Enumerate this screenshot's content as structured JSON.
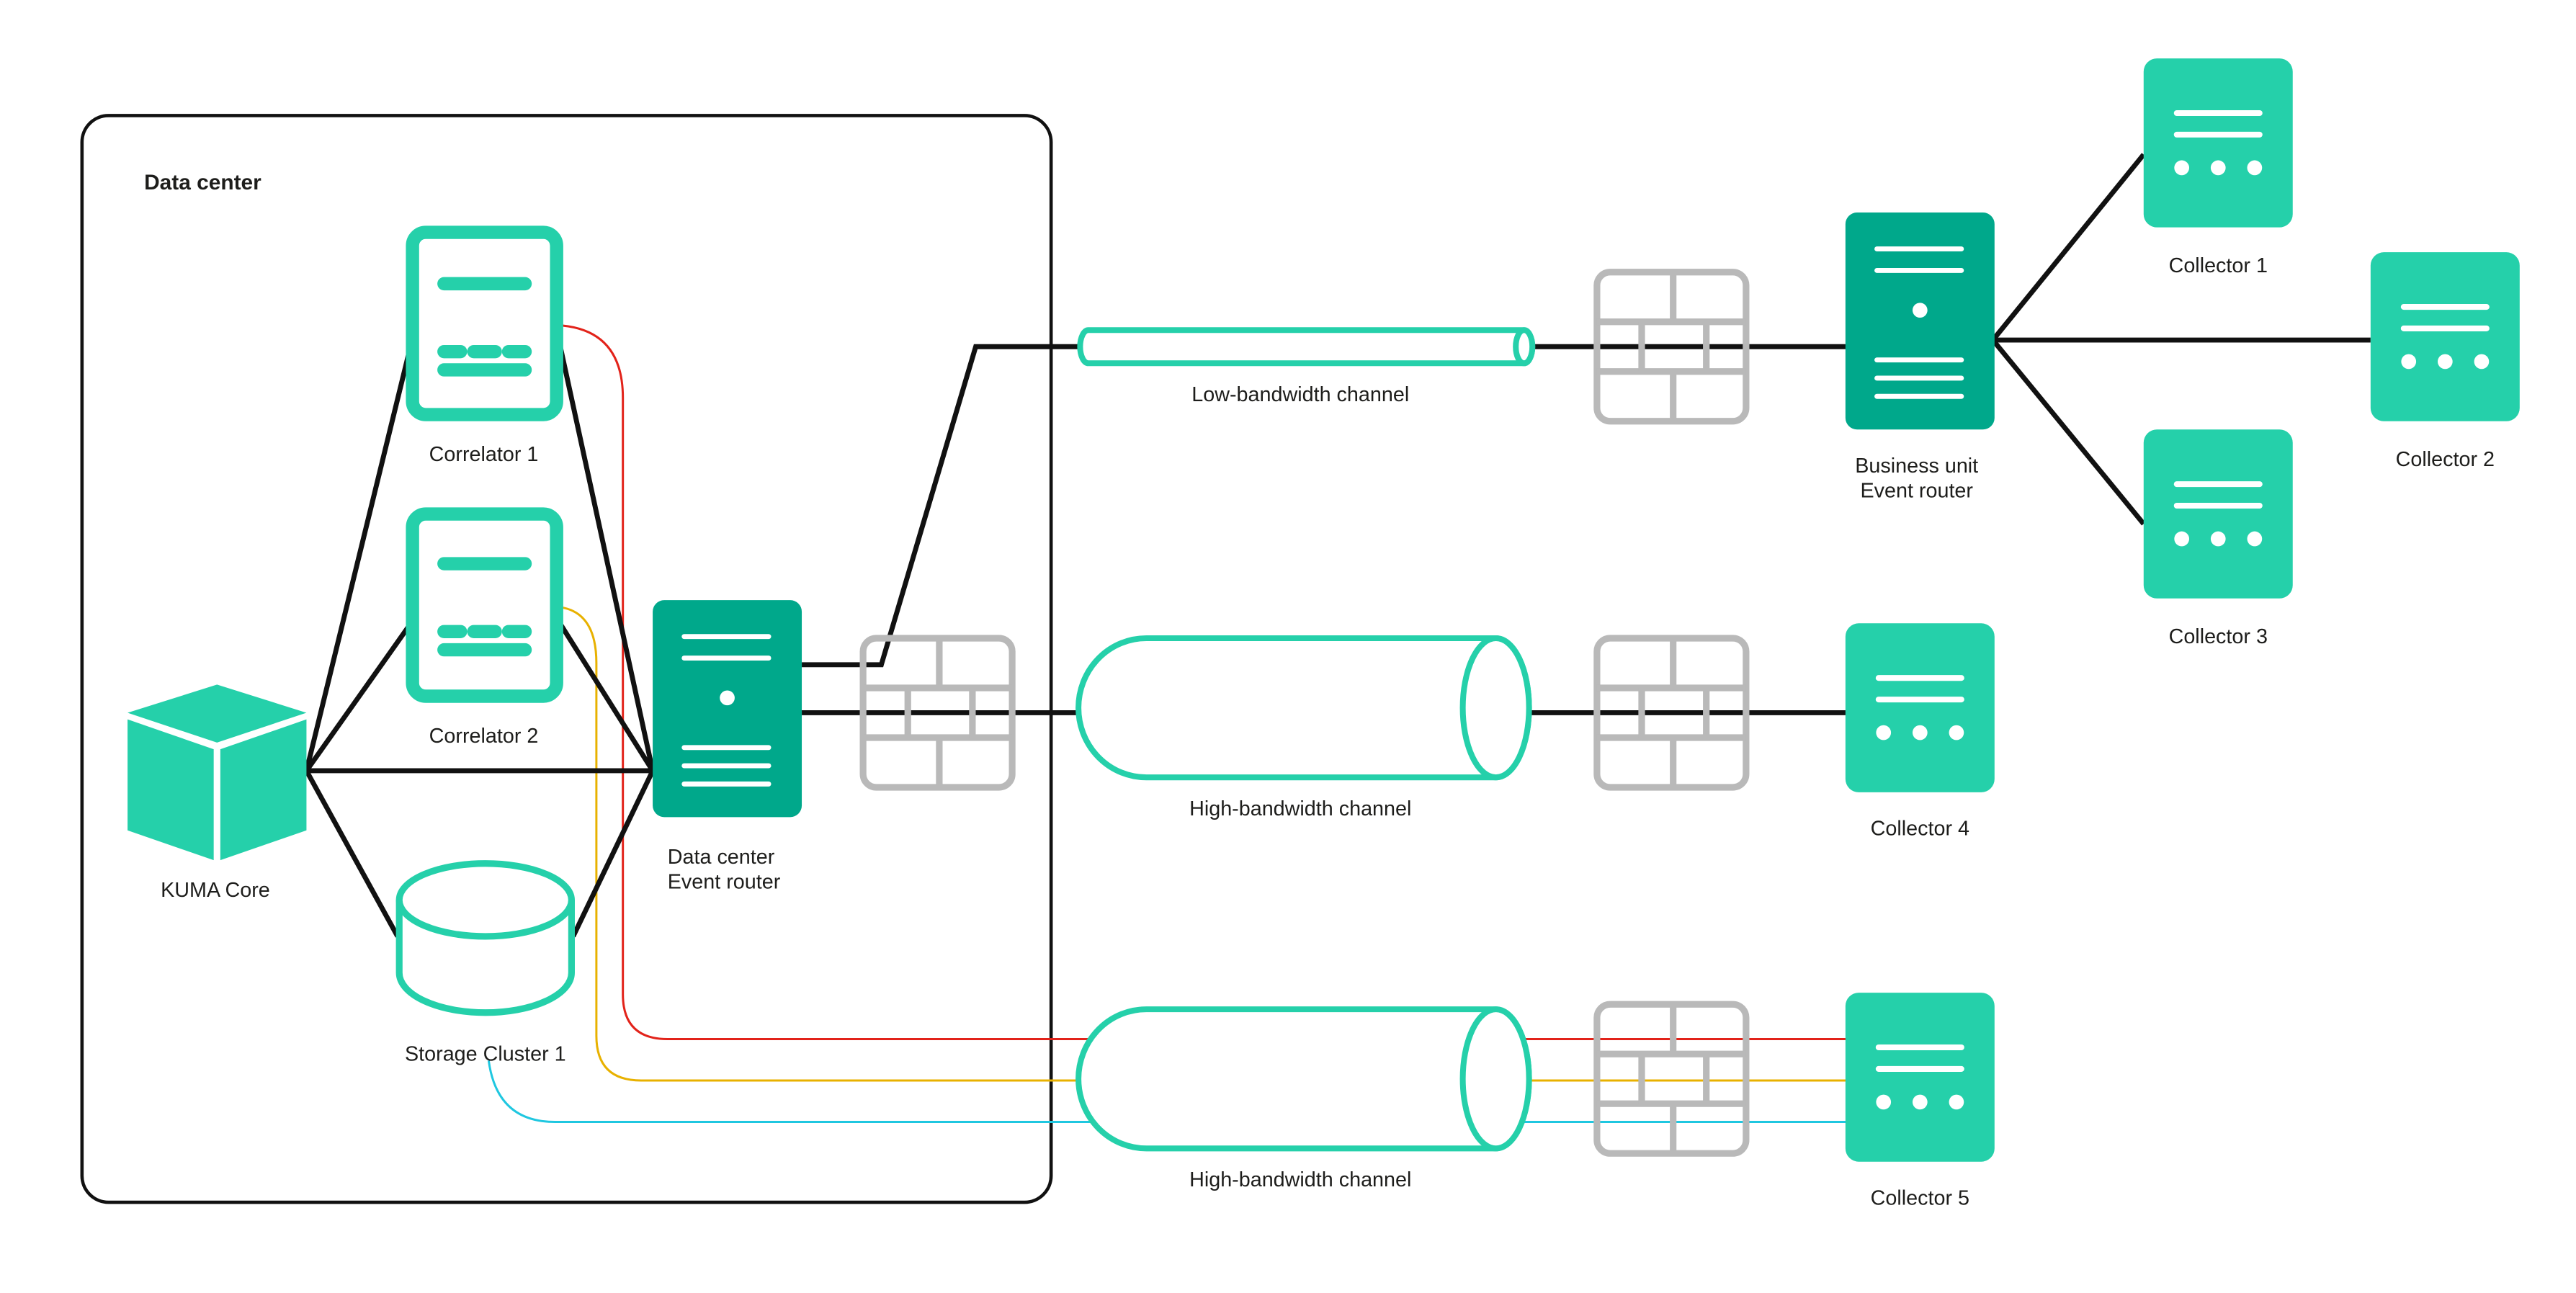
{
  "colors": {
    "teal": "#25d0aa",
    "teal_dark": "#00a88b",
    "firewall_gray": "#b9b9b9",
    "line_black": "#111111",
    "line_red": "#e2231a",
    "line_yellow": "#e8b100",
    "line_cyan": "#1fc7e0"
  },
  "labels": {
    "data_center_title": "Data center",
    "correlator1": "Correlator 1",
    "correlator2": "Correlator 2",
    "kuma_core": "KUMA Core",
    "storage_cluster": "Storage Cluster 1",
    "dc_router_line1": "Data center",
    "dc_router_line2": "Event router",
    "low_channel": "Low-bandwidth channel",
    "high_channel1": "High-bandwidth channel",
    "high_channel2": "High-bandwidth channel",
    "bu_router_line1": "Business unit",
    "bu_router_line2": "Event router",
    "collector1": "Collector 1",
    "collector2": "Collector 2",
    "collector3": "Collector 3",
    "collector4": "Collector 4",
    "collector5": "Collector 5"
  },
  "icons": {
    "kuma_core": "cube-icon",
    "storage": "database-cylinder-icon",
    "firewall": "firewall-brick-icon",
    "server": "server-icon",
    "channel": "pipe-cylinder-icon"
  }
}
